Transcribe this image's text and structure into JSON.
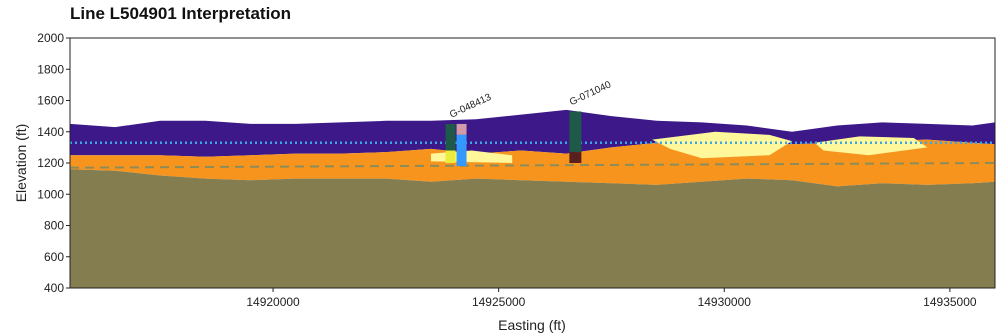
{
  "chart_data": {
    "type": "area",
    "title": "Line L504901 Interpretation",
    "xlabel": "Easting (ft)",
    "ylabel": "Elevation (ft)",
    "xlim": [
      14915500,
      14936000
    ],
    "ylim": [
      400,
      2000
    ],
    "xticks": [
      14920000,
      14925000,
      14930000,
      14935000
    ],
    "yticks": [
      400,
      600,
      800,
      1000,
      1200,
      1400,
      1600,
      1800,
      2000
    ],
    "colors": {
      "purple_unit": "#3c1889",
      "orange_unit": "#f7941d",
      "yellow_unit": "#fff799",
      "olive_unit": "#847d4f",
      "blue_dotted_line": "#38a8e8",
      "dashed_line": "#8c8c5a",
      "well_dark": "#1f5a48",
      "well_blue": "#3399ff",
      "well_pink": "#d09aa8",
      "well_yellow": "#ecec3c"
    },
    "surfaces": {
      "x": [
        14915500,
        14916500,
        14917500,
        14918500,
        14919500,
        14920500,
        14921500,
        14922500,
        14923500,
        14924500,
        14925500,
        14926500,
        14927500,
        14928500,
        14929500,
        14930500,
        14931500,
        14932500,
        14933500,
        14934500,
        14935500,
        14936000
      ],
      "top": [
        1450,
        1430,
        1470,
        1470,
        1450,
        1450,
        1460,
        1470,
        1470,
        1480,
        1510,
        1540,
        1500,
        1470,
        1460,
        1440,
        1400,
        1440,
        1460,
        1450,
        1440,
        1460
      ],
      "orange_top": [
        1250,
        1250,
        1250,
        1240,
        1250,
        1260,
        1260,
        1270,
        1290,
        1260,
        1280,
        1260,
        1300,
        1330,
        1330,
        1330,
        1320,
        1330,
        1340,
        1350,
        1330,
        1320
      ],
      "olive_top": [
        1160,
        1150,
        1120,
        1100,
        1090,
        1100,
        1100,
        1100,
        1080,
        1100,
        1090,
        1080,
        1070,
        1060,
        1080,
        1100,
        1090,
        1050,
        1070,
        1060,
        1070,
        1080
      ],
      "blue_dotted_line": 1330,
      "dashed_line": [
        1170,
        1200
      ]
    },
    "wells": [
      {
        "name": "G-048413",
        "x": 14924000
      },
      {
        "name": "G-071040",
        "x": 14926700
      }
    ]
  }
}
